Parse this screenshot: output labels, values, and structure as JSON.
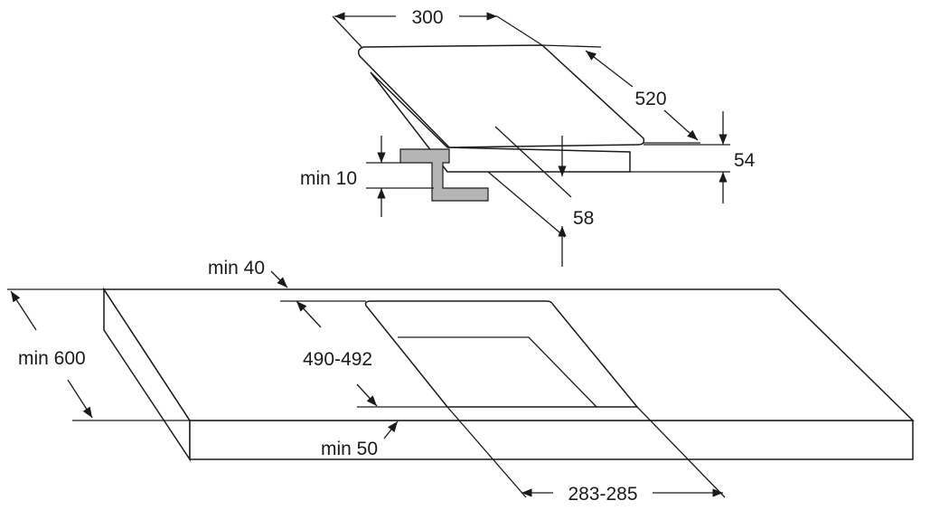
{
  "dimensions": {
    "hob_width": "300",
    "hob_depth": "520",
    "hob_height": "54",
    "hob_body_depth": "58",
    "min_clearance_below": "min 10",
    "min_back_distance": "min 40",
    "min_worktop_depth": "min 600",
    "cutout_depth": "490-492",
    "min_front_distance": "min 50",
    "cutout_width": "283-285"
  },
  "colors": {
    "line": "#1a1a1a",
    "bracket": "#b5b5b5"
  }
}
